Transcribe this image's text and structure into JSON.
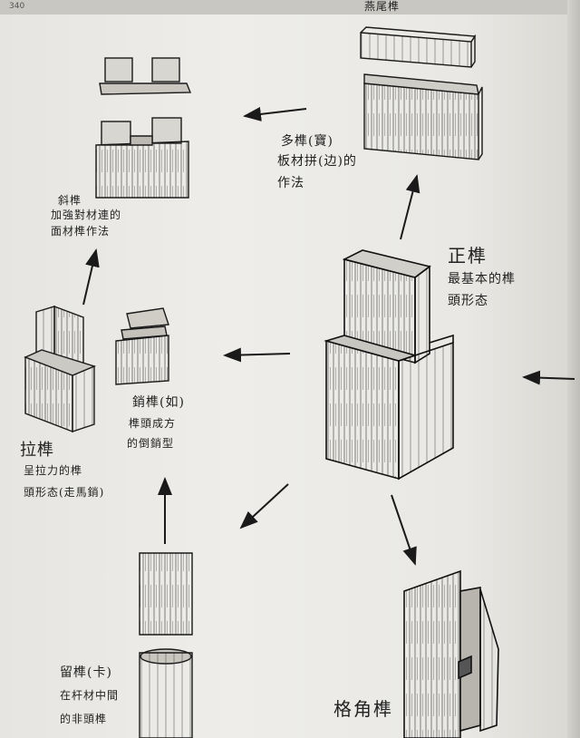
{
  "header": {
    "page_number": "340"
  },
  "labels": {
    "top_caption": "燕尾榫",
    "zhengsun_title": "正榫",
    "zhengsun_desc_1": "最基本的榫",
    "zhengsun_desc_2": "頭形态",
    "duosun_desc_1": "多榫(寶)",
    "duosun_desc_2": "板材拼(边)的",
    "duosun_desc_3": "作法",
    "xiesun_desc_1": "斜榫",
    "xiesun_desc_2": "加強對材連的",
    "xiesun_desc_3": "面材榫作法",
    "tuosun_title": "拉榫",
    "tuosun_desc_1": "呈拉力的榫",
    "tuosun_desc_2": "頭形态(走馬銷)",
    "huasun_title": "銷榫(如)",
    "huasun_desc_1": "榫頭成方",
    "huasun_desc_2": "的倒銷型",
    "liusun_title": "留榫(卡)",
    "liusun_desc_1": "在杆材中間",
    "liusun_desc_2": "的非頭榫",
    "gejiao_title": "格角榫"
  }
}
